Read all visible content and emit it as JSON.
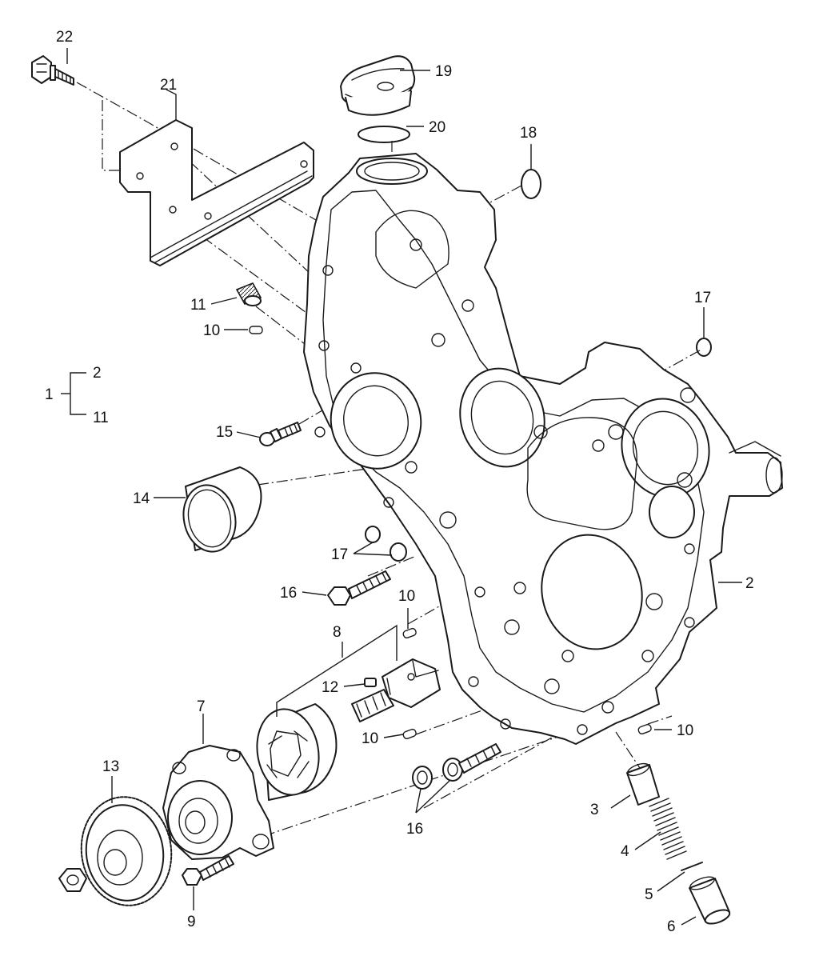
{
  "labels": {
    "c1": "1",
    "c2": "2",
    "c11": "11",
    "p22": "22",
    "p21": "21",
    "p19": "19",
    "p20": "20",
    "p18": "18",
    "p11": "11",
    "p10a": "10",
    "p17a": "17",
    "p15": "15",
    "p14": "14",
    "p17b": "17",
    "p2": "2",
    "p16a": "16",
    "p10b": "10",
    "p8": "8",
    "p12": "12",
    "p10c": "10",
    "p10d": "10",
    "p7": "7",
    "p13": "13",
    "p16b": "16",
    "p3": "3",
    "p4": "4",
    "p5": "5",
    "p6": "6",
    "p9": "9"
  }
}
